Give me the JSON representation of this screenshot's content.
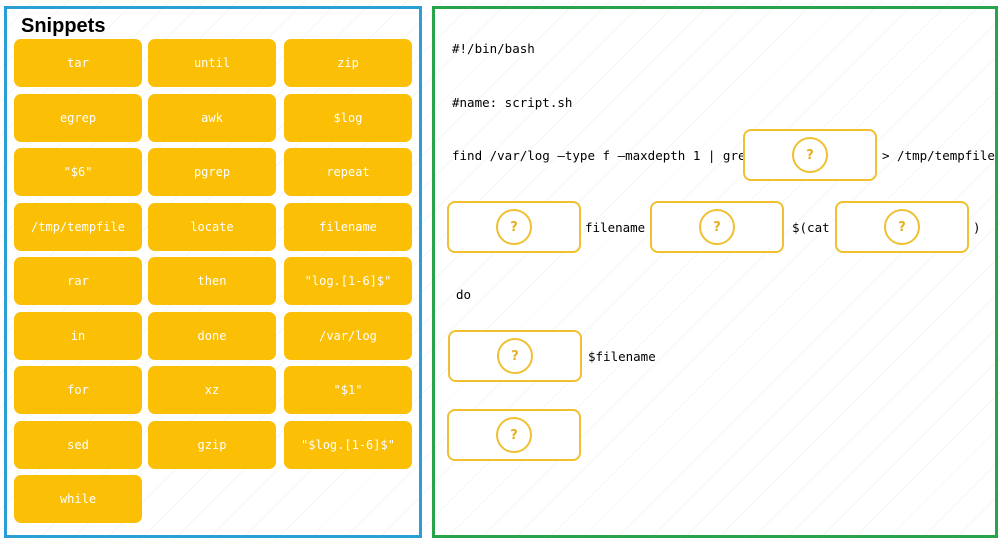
{
  "snippets_panel": {
    "title": "Snippets",
    "items": [
      "tar",
      "until",
      "zip",
      "egrep",
      "awk",
      "$log",
      "\"$6\"",
      "pgrep",
      "repeat",
      "/tmp/tempfile",
      "locate",
      "filename",
      "rar",
      "then",
      "\"log.[1-6]$\"",
      "in",
      "done",
      "/var/log",
      "for",
      "xz",
      "\"$1\"",
      "sed",
      "gzip",
      "\"$log.[1-6]$\"",
      "while"
    ]
  },
  "code": {
    "shebang": "#!/bin/bash",
    "name_line": "#name: script.sh",
    "find_line": "find /var/log –type f –maxdepth 1 | grep",
    "find_tail": "> /tmp/tempfile",
    "loop_word": "filename",
    "cat_open": "$(cat",
    "cat_close": ")",
    "do_word": "do",
    "filename_var": "$filename"
  },
  "slot_label": "?",
  "colors": {
    "snippet_bg": "#fbbf05",
    "left_border": "#2a9fd6",
    "right_border": "#2aa34a",
    "slot_border": "#f0c030"
  }
}
